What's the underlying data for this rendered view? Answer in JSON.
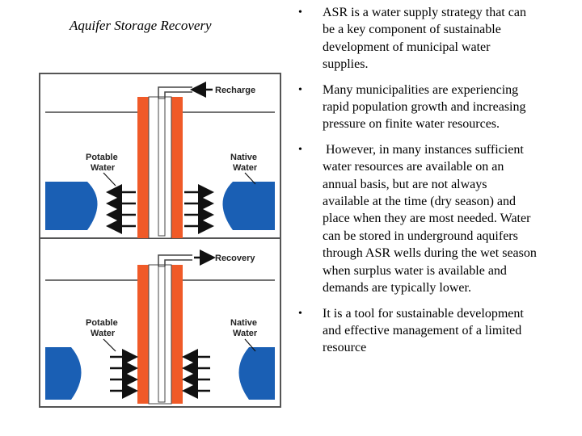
{
  "title": "Aquifer Storage Recovery",
  "diagram": {
    "top_panel": {
      "action_label": "Recharge",
      "left_label_line1": "Potable",
      "left_label_line2": "Water",
      "right_label_line1": "Native",
      "right_label_line2": "Water"
    },
    "bottom_panel": {
      "action_label": "Recovery",
      "left_label_line1": "Potable",
      "left_label_line2": "Water",
      "right_label_line1": "Native",
      "right_label_line2": "Water"
    },
    "colors": {
      "water_blue": "#1a5fb4",
      "casing_orange": "#f05a28",
      "border": "#555555"
    }
  },
  "bullets": [
    {
      "marker": "•",
      "text": "ASR is a water supply strategy that can be a key component of sustainable development of municipal water supplies."
    },
    {
      "marker": "•",
      "text": "Many municipalities are experiencing rapid population growth and increasing pressure on finite water resources."
    },
    {
      "marker": "•",
      "text": " However, in many instances sufficient water resources are available on an annual basis, but are not always available at the time (dry season) and place when they are most needed. Water can be stored in underground aquifers through ASR wells during the wet season when surplus water is available and demands are typically lower."
    },
    {
      "marker": "•",
      "text": "It is a tool for sustainable development and effective management of a limited resource"
    }
  ]
}
